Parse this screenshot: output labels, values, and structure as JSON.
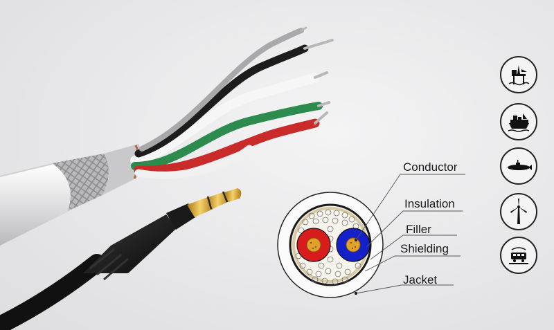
{
  "diagram": {
    "labels": {
      "conductor": "Conductor",
      "insulation": "Insulation",
      "filler": "Filler",
      "shielding": "Shielding",
      "jacket": "Jacket"
    }
  },
  "industry_icons": [
    "offshore-platform-icon",
    "ship-icon",
    "submarine-icon",
    "wind-turbine-icon",
    "railway-vehicle-icon"
  ],
  "colors": {
    "conductor_red": "#d81b1b",
    "conductor_blue": "#1420c8",
    "copper": "#e0a22a",
    "wire_green": "#2e8b4e",
    "wire_red": "#c92a2a",
    "wire_black": "#1c1c1c"
  }
}
